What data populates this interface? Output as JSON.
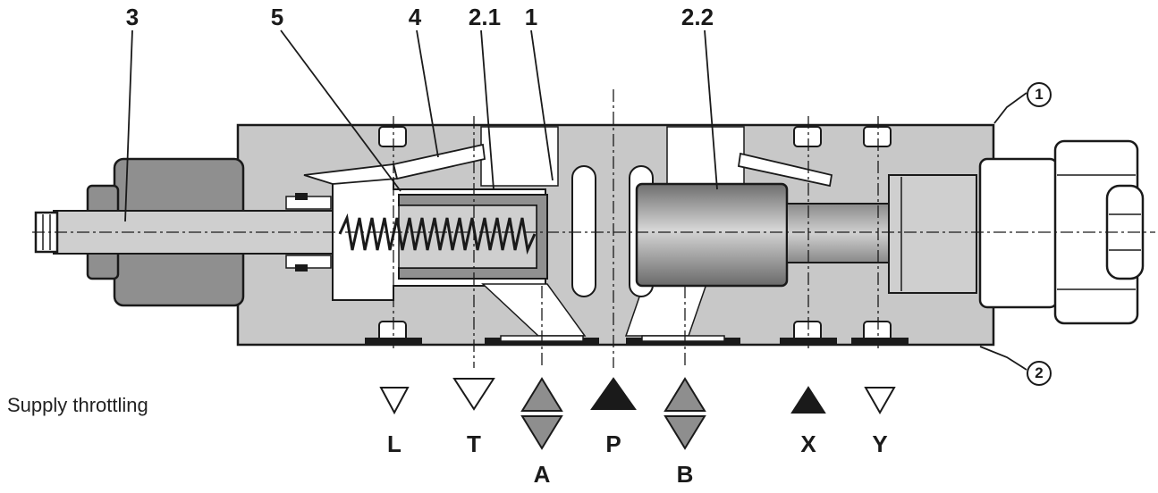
{
  "labels": {
    "part_3": "3",
    "part_5": "5",
    "part_4": "4",
    "part_2_1": "2.1",
    "part_1": "1",
    "part_2_2": "2.2"
  },
  "callouts": {
    "c1": "1",
    "c2": "2"
  },
  "ports": {
    "L": "L",
    "T": "T",
    "A": "A",
    "P": "P",
    "B": "B",
    "X": "X",
    "Y": "Y"
  },
  "caption": "Supply throttling",
  "colors": {
    "body": "#c8c8c8",
    "dark_part": "#909090",
    "ink": "#1a1a1a",
    "arrow_grey": "#8e8e8e"
  }
}
